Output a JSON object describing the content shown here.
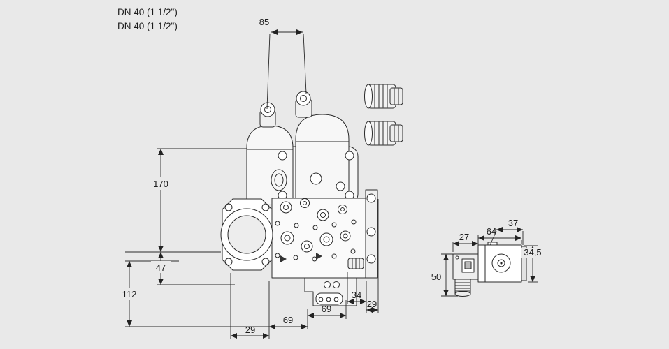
{
  "colors": {
    "background": "#e9e9e9",
    "line": "#222222"
  },
  "product_labels": {
    "line1": "DN 40 (1 1/2\")",
    "line2": "DN 40 (1 1/2\")"
  },
  "main_view": {
    "dim_top_span": "85",
    "dim_height_upper": "170",
    "dim_height_flange": "47",
    "dim_height_lower": "112",
    "dim_bottom_offset": "29",
    "dim_bottom_width_left": "69",
    "dim_bottom_width_right": "69",
    "dim_right_ext": "34",
    "dim_right_offset": "29"
  },
  "side_view": {
    "dim_connector_width": "27",
    "dim_body_width": "64",
    "dim_top_width": "37",
    "dim_coil_height": "34,5",
    "dim_total_height": "50"
  }
}
